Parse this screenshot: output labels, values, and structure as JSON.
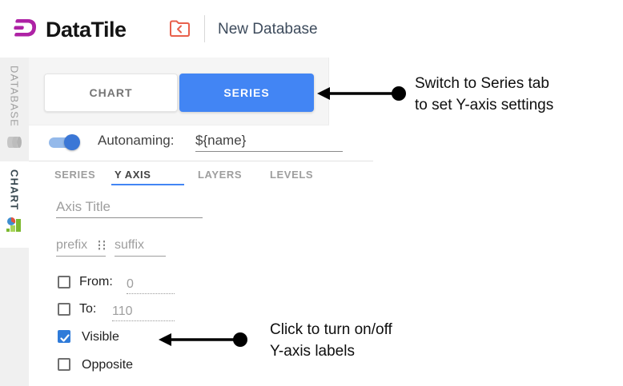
{
  "header": {
    "brand": "DataTile",
    "nav_title": "New Database"
  },
  "sidebar": {
    "items": [
      {
        "label": "DATABASE"
      },
      {
        "label": "CHART"
      }
    ]
  },
  "panel": {
    "main_tabs": {
      "chart": "CHART",
      "series": "SERIES"
    },
    "autonaming": {
      "label": "Autonaming:",
      "value": "${name}"
    },
    "sub_tabs": {
      "series": "SERIES",
      "y_axis": "Y AXIS",
      "layers": "LAYERS",
      "levels": "LEVELS"
    },
    "inputs": {
      "axis_title_placeholder": "Axis Title",
      "prefix_placeholder": "prefix",
      "suffix_placeholder": "suffix"
    },
    "checkboxes": {
      "from_label": "From:",
      "from_value": "0",
      "to_label": "To:",
      "to_value": "110",
      "visible_label": "Visible",
      "opposite_label": "Opposite"
    }
  },
  "annotations": {
    "series_tab": {
      "line1": "Switch to Series tab",
      "line2": "to set Y-axis settings"
    },
    "visible_checkbox": {
      "line1": "Click to turn on/off",
      "line2": "Y-axis labels"
    }
  },
  "colors": {
    "accent_blue": "#4285F4",
    "toggle_thumb": "#3B77D6",
    "checkbox_checked": "#2F7BD9",
    "brand_magenta": "#AE22A5",
    "folder_icon_red": "#E8604C"
  }
}
